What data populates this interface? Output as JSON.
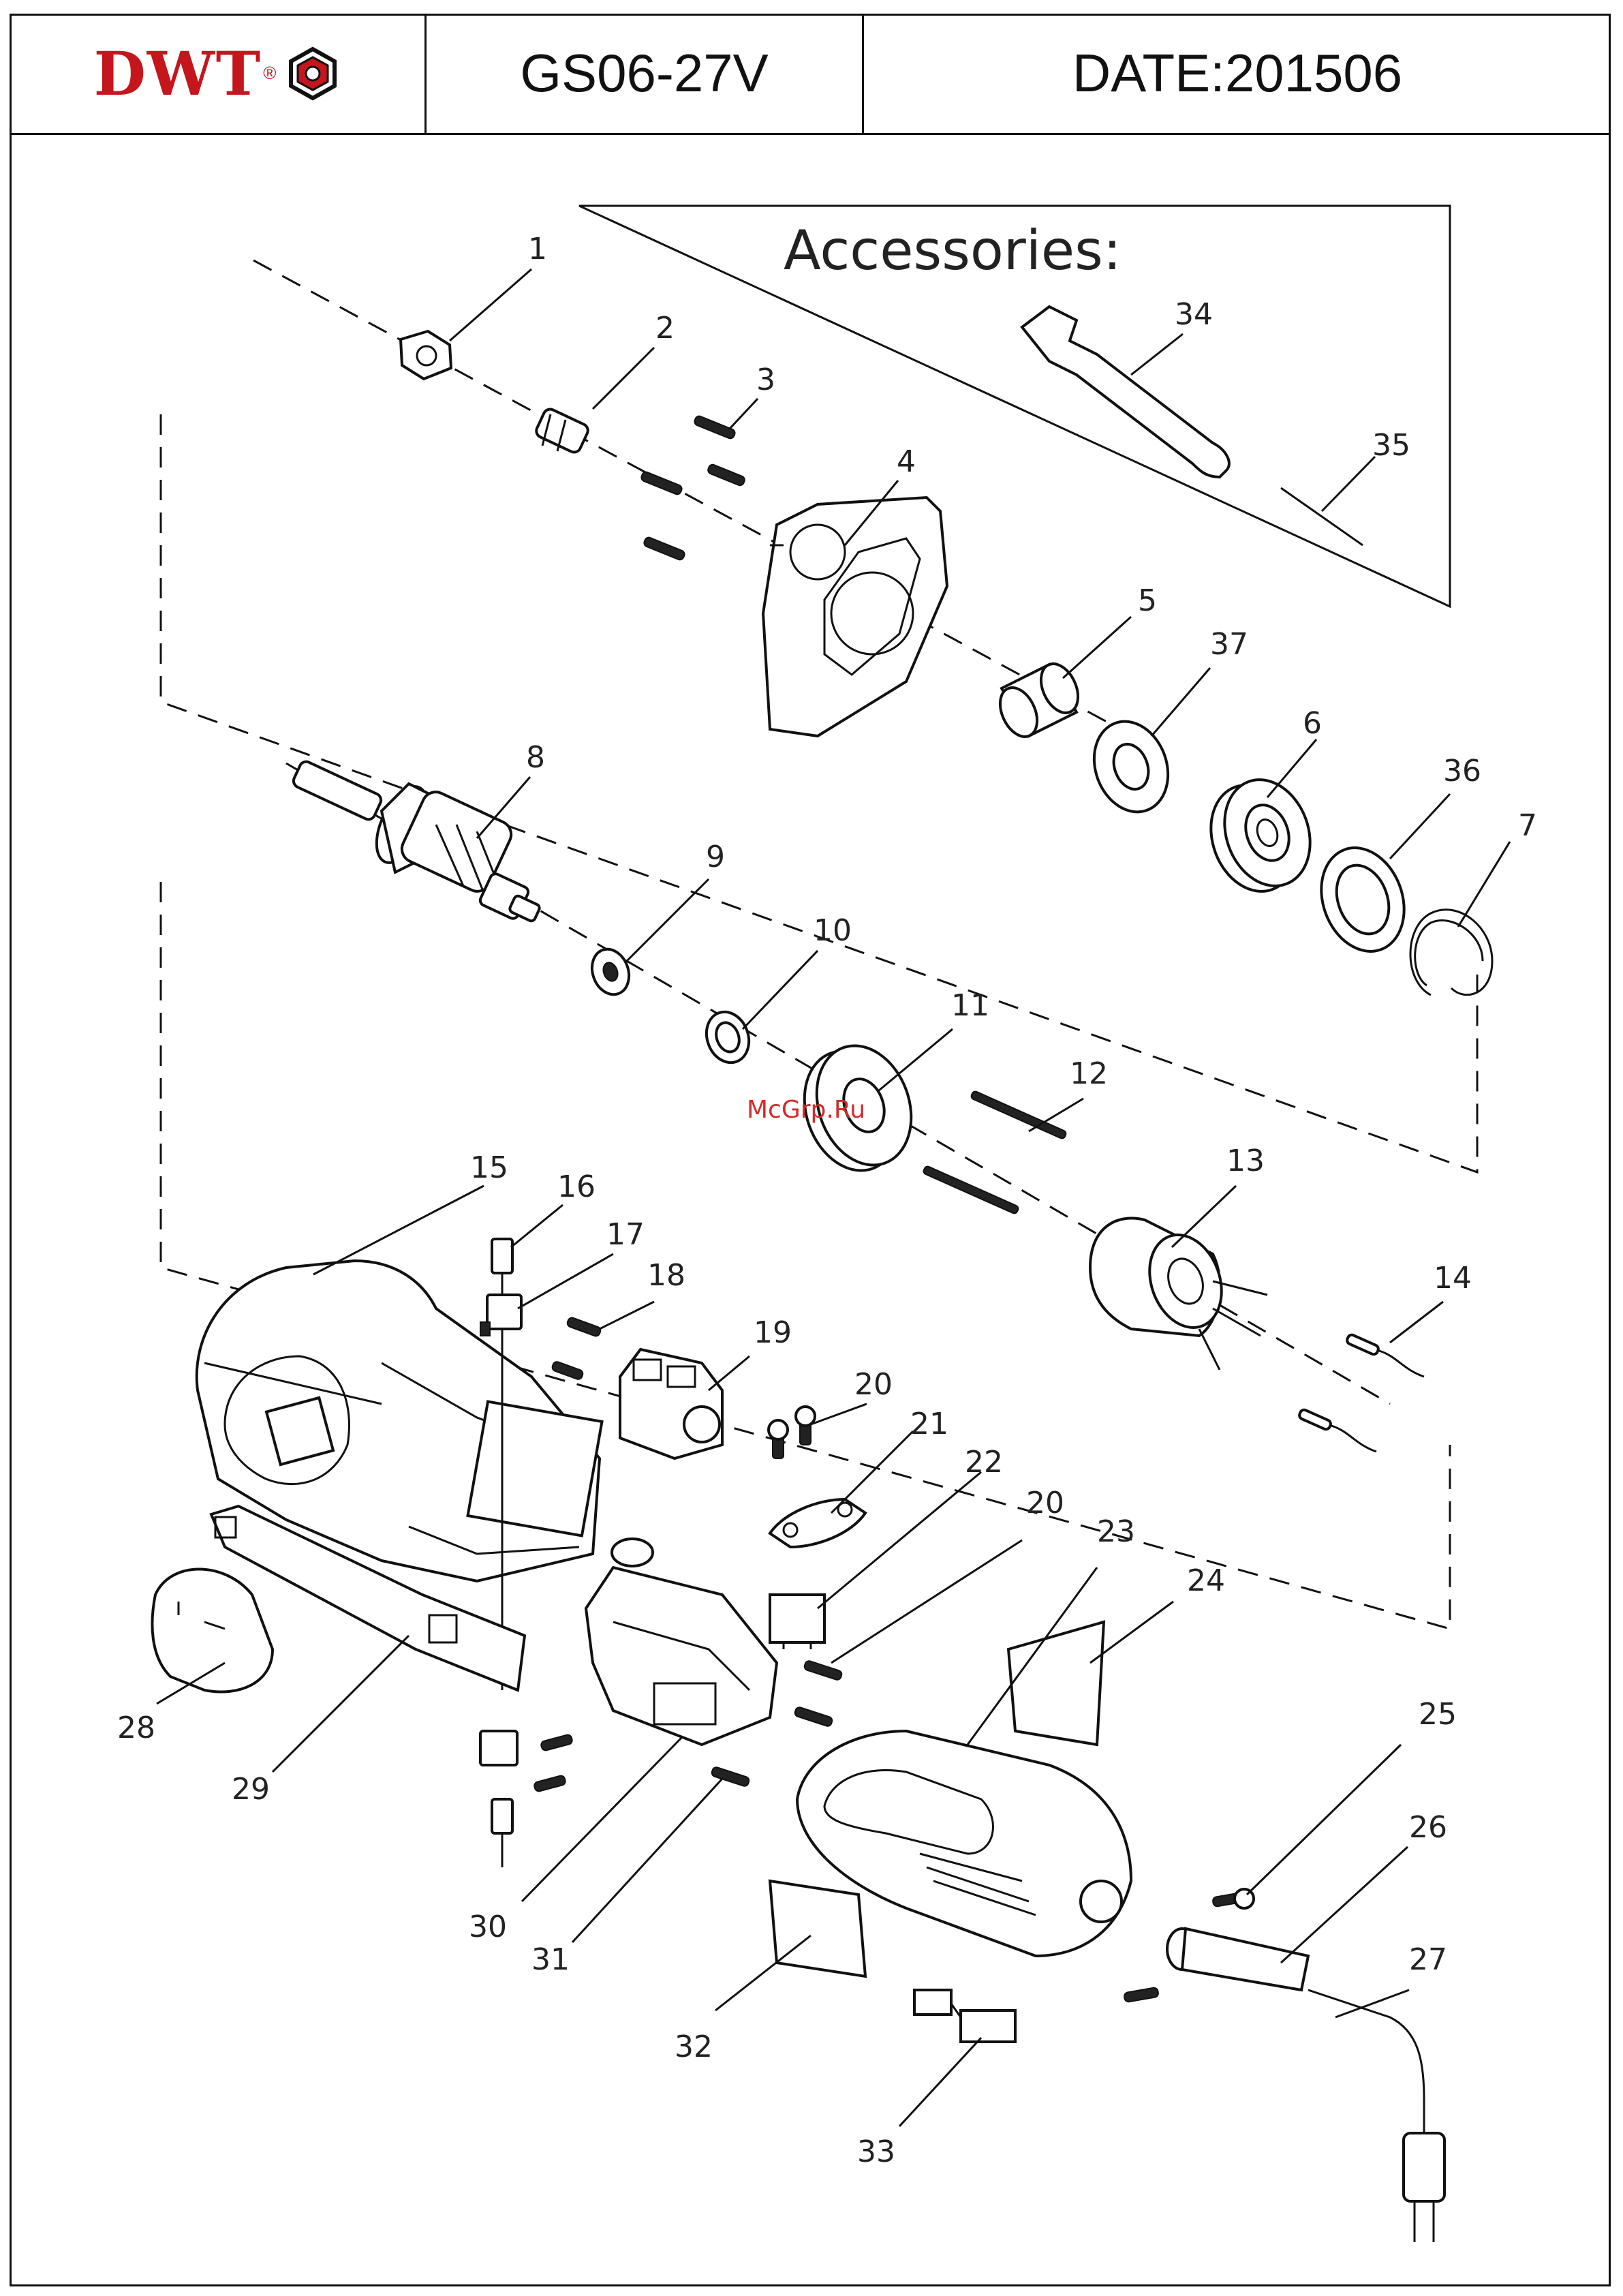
{
  "header": {
    "brand": "DWT",
    "brand_mark": "®",
    "model": "GS06-27V",
    "date": "DATE:201506"
  },
  "colors": {
    "brand_red": "#c4161c",
    "line": "#111111",
    "watermark": "#d42a2a"
  },
  "accessories_label": "Accessories:",
  "watermark": "McGrp.Ru",
  "callouts": [
    "1",
    "2",
    "3",
    "4",
    "5",
    "37",
    "6",
    "36",
    "7",
    "8",
    "9",
    "10",
    "11",
    "12",
    "13",
    "14",
    "15",
    "16",
    "17",
    "18",
    "19",
    "20",
    "21",
    "22",
    "20",
    "23",
    "24",
    "25",
    "26",
    "27",
    "28",
    "29",
    "30",
    "31",
    "32",
    "33",
    "34",
    "35"
  ]
}
